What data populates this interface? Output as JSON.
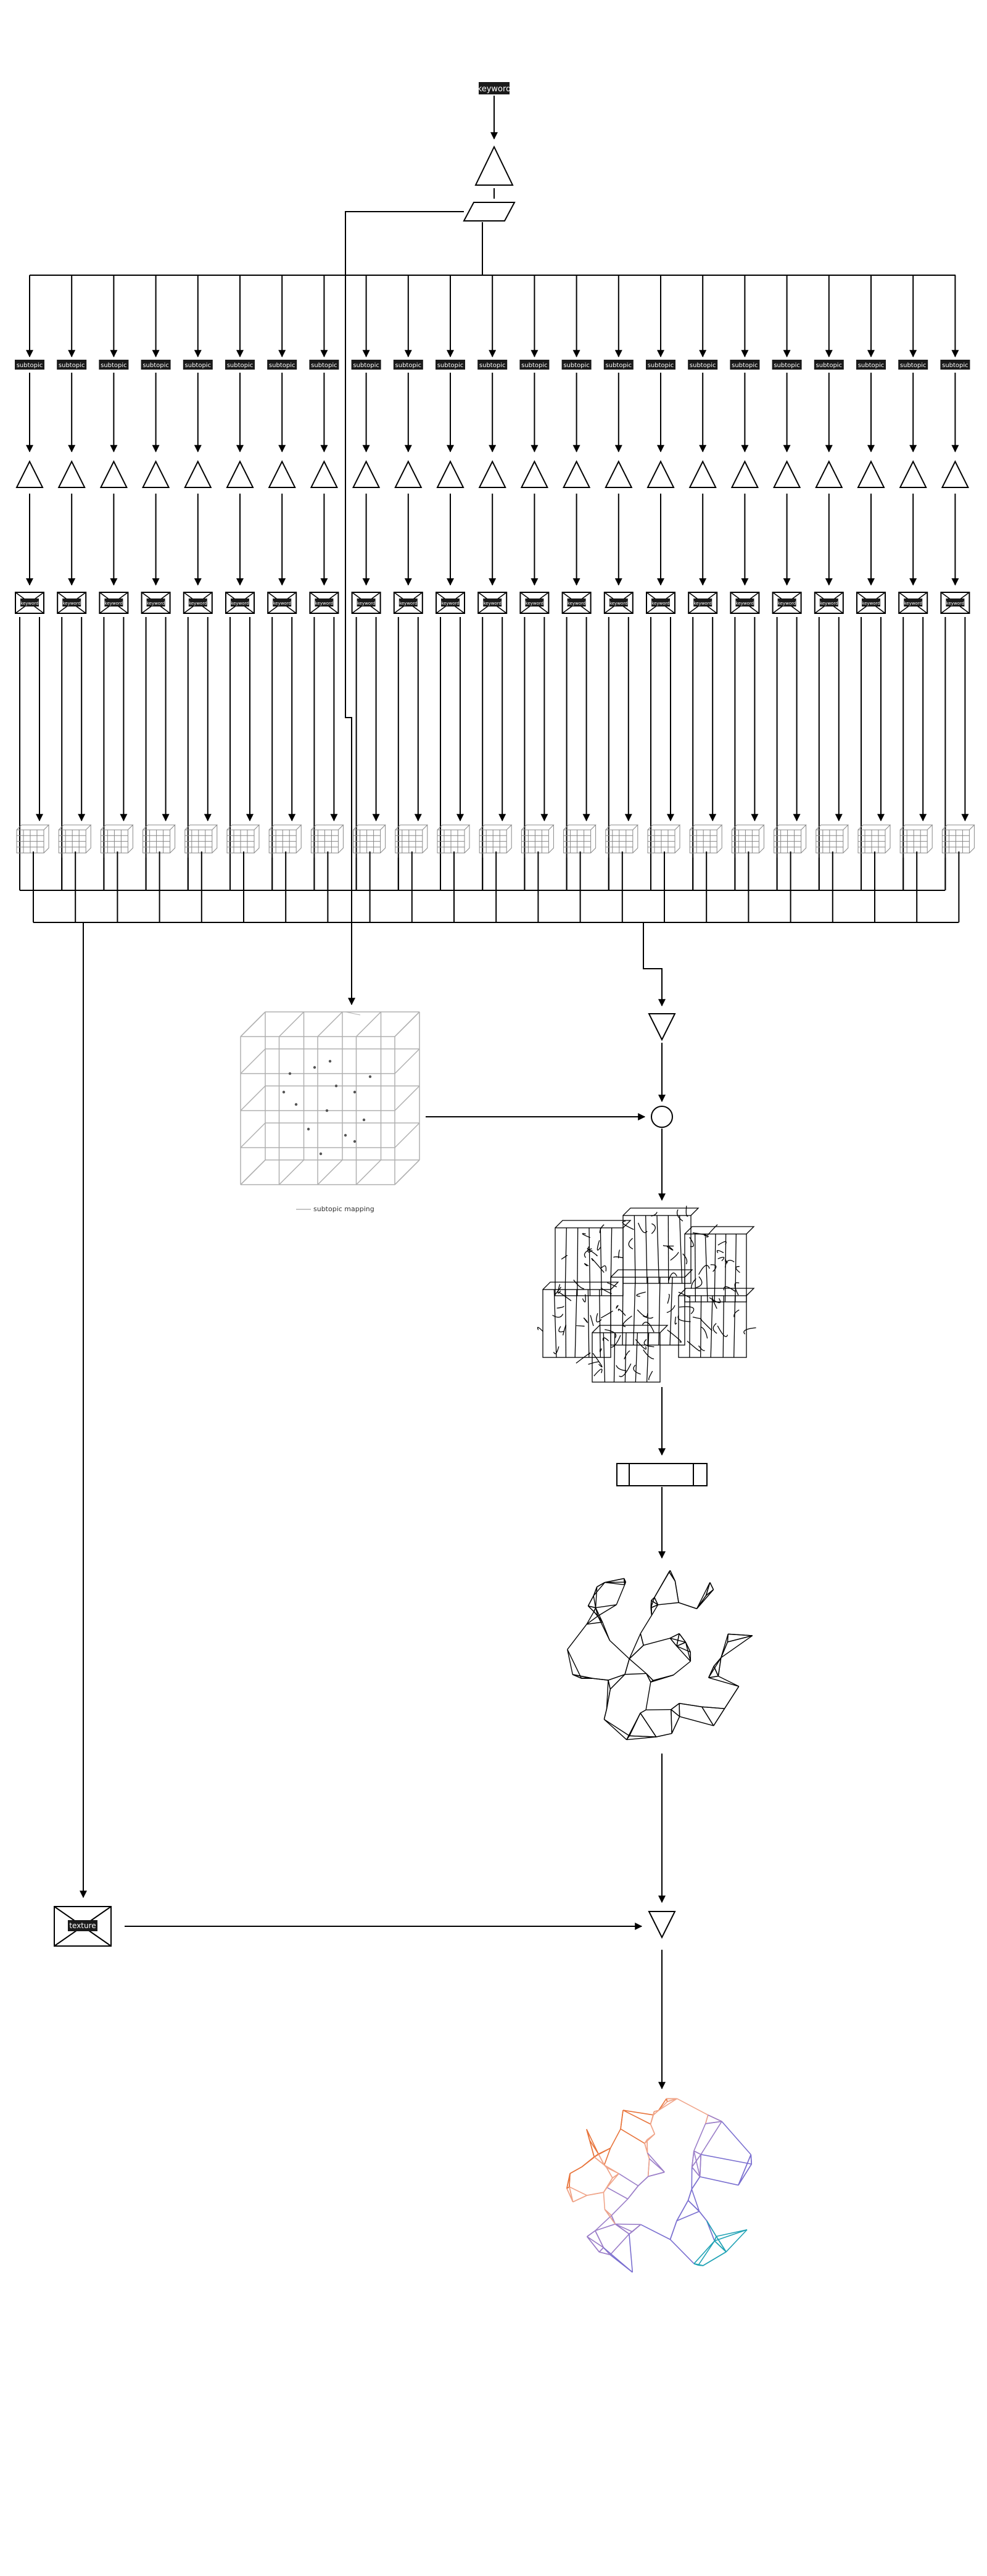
{
  "top_label": "keyword",
  "subtopic_label": "subtopic",
  "subtopic_count": 23,
  "mini_label": "keyword",
  "mapping_caption": "subtopic mapping",
  "texture_label": "texture",
  "colors": {
    "line": "#000000",
    "label_bg": "#1a1a1a",
    "label_text": "#ffffff",
    "grid": "#b0b0b0",
    "mesh_gradient": [
      "#d62839",
      "#e8743b",
      "#f0a58a",
      "#9b7ec8",
      "#7a6fd0",
      "#20a3b5",
      "#14b3a8"
    ]
  },
  "icons": [
    "triangle-up-icon",
    "parallelogram-icon",
    "bowtie-icon",
    "cube-icon",
    "triangle-down-icon",
    "circle-icon",
    "process-box-icon",
    "envelope-icon"
  ]
}
